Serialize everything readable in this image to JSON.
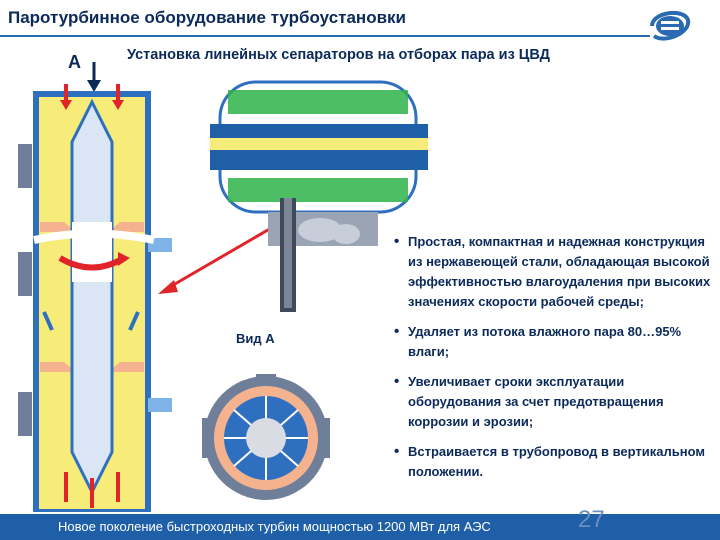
{
  "header": {
    "title": "Паротурбинное оборудование турбоустановки",
    "logo_icon": "company-logo-icon"
  },
  "subtitle": "Установка линейных сепараторов на отборах пара из ЦВД",
  "figure": {
    "view_marker": "А",
    "view_caption": "Вид А"
  },
  "bullets": [
    "Простая, компактная и надежная конструкция из нержавеющей стали, обладающая высокой эффективностью влагоудаления при высоких значениях скорости рабочей среды;",
    "Удаляет из потока влажного пара 80…95% влаги;",
    "Увеличивает сроки эксплуатации оборудования за счет предотвращения коррозии и эрозии;",
    "Встраивается в трубопровод в вертикальном положении."
  ],
  "footer": {
    "text": "Новое поколение быстроходных турбин мощностью 1200 МВт для АЭС",
    "page_number": "27"
  },
  "colors": {
    "navy": "#0b2a5a",
    "accent_blue": "#1f5fa8",
    "steam_yellow": "#f7ec7a",
    "pipe_blue": "#2e6fc0",
    "flow_red": "#e0242a",
    "blade_green": "#2fb34a"
  }
}
